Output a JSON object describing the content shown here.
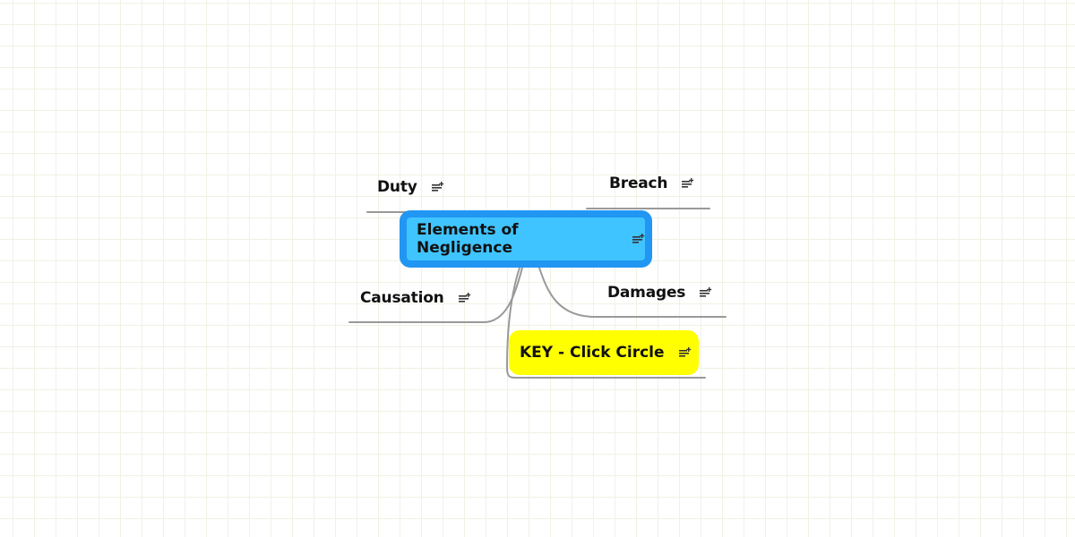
{
  "map": {
    "title": "Elements of Negligence",
    "colors": {
      "root_fill": "#40c4ff",
      "root_border": "#2196f3",
      "key_fill": "#ffff00",
      "connector": "#999999",
      "grid": "#eef3e4",
      "text": "#111111"
    },
    "root": {
      "label": "Elements of Negligence",
      "icon": "note-add-icon"
    },
    "branches": [
      {
        "id": "duty",
        "label": "Duty",
        "icon": "note-add-icon"
      },
      {
        "id": "breach",
        "label": "Breach",
        "icon": "note-add-icon"
      },
      {
        "id": "causation",
        "label": "Causation",
        "icon": "note-add-icon"
      },
      {
        "id": "damages",
        "label": "Damages",
        "icon": "note-add-icon"
      },
      {
        "id": "key",
        "label": "KEY - Click Circle",
        "icon": "note-add-icon"
      }
    ]
  }
}
